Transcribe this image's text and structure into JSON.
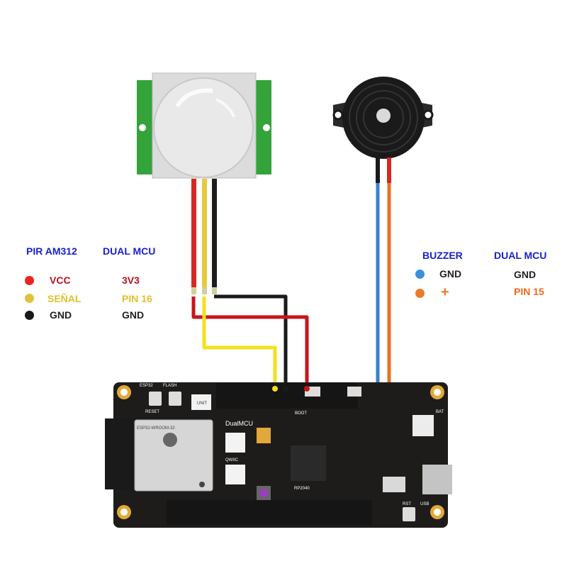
{
  "legend_left": {
    "col1_header": "PIR AM312",
    "col2_header": "DUAL MCU",
    "rows": [
      {
        "pin": "VCC",
        "mcu": "3V3",
        "color": "#e8261f",
        "text_color": "#b5141e"
      },
      {
        "pin": "SEÑAL",
        "mcu": "PIN 16",
        "color": "#e2c23c",
        "text_color": "#e0c02c"
      },
      {
        "pin": "GND",
        "mcu": "GND",
        "color": "#1a1a1a",
        "text_color": "#222222"
      }
    ]
  },
  "legend_right": {
    "col1_header": "BUZZER",
    "col2_header": "DUAL MCU",
    "rows": [
      {
        "pin": "GND",
        "mcu": "GND",
        "color": "#3b8fdc",
        "text_color": "#222222"
      },
      {
        "pin": "+",
        "mcu": "PIN 15",
        "color": "#ee7a2c",
        "text_color": "#ee6a1c"
      }
    ]
  },
  "board": {
    "name": "DualMCU",
    "module": "ESP32-WROOM-32",
    "labels": [
      "ESP32",
      "FLASH",
      "RESET",
      "BOOT",
      "UNIT",
      "BAT",
      "RST",
      "USB",
      "QWIIC",
      "RP2040"
    ]
  },
  "wire_colors": {
    "vcc": "#c8141c",
    "signal": "#f2e21e",
    "gnd": "#1a1a1a",
    "buzzer_gnd": "#3a7fd0",
    "buzzer_pos": "#e8731e"
  }
}
